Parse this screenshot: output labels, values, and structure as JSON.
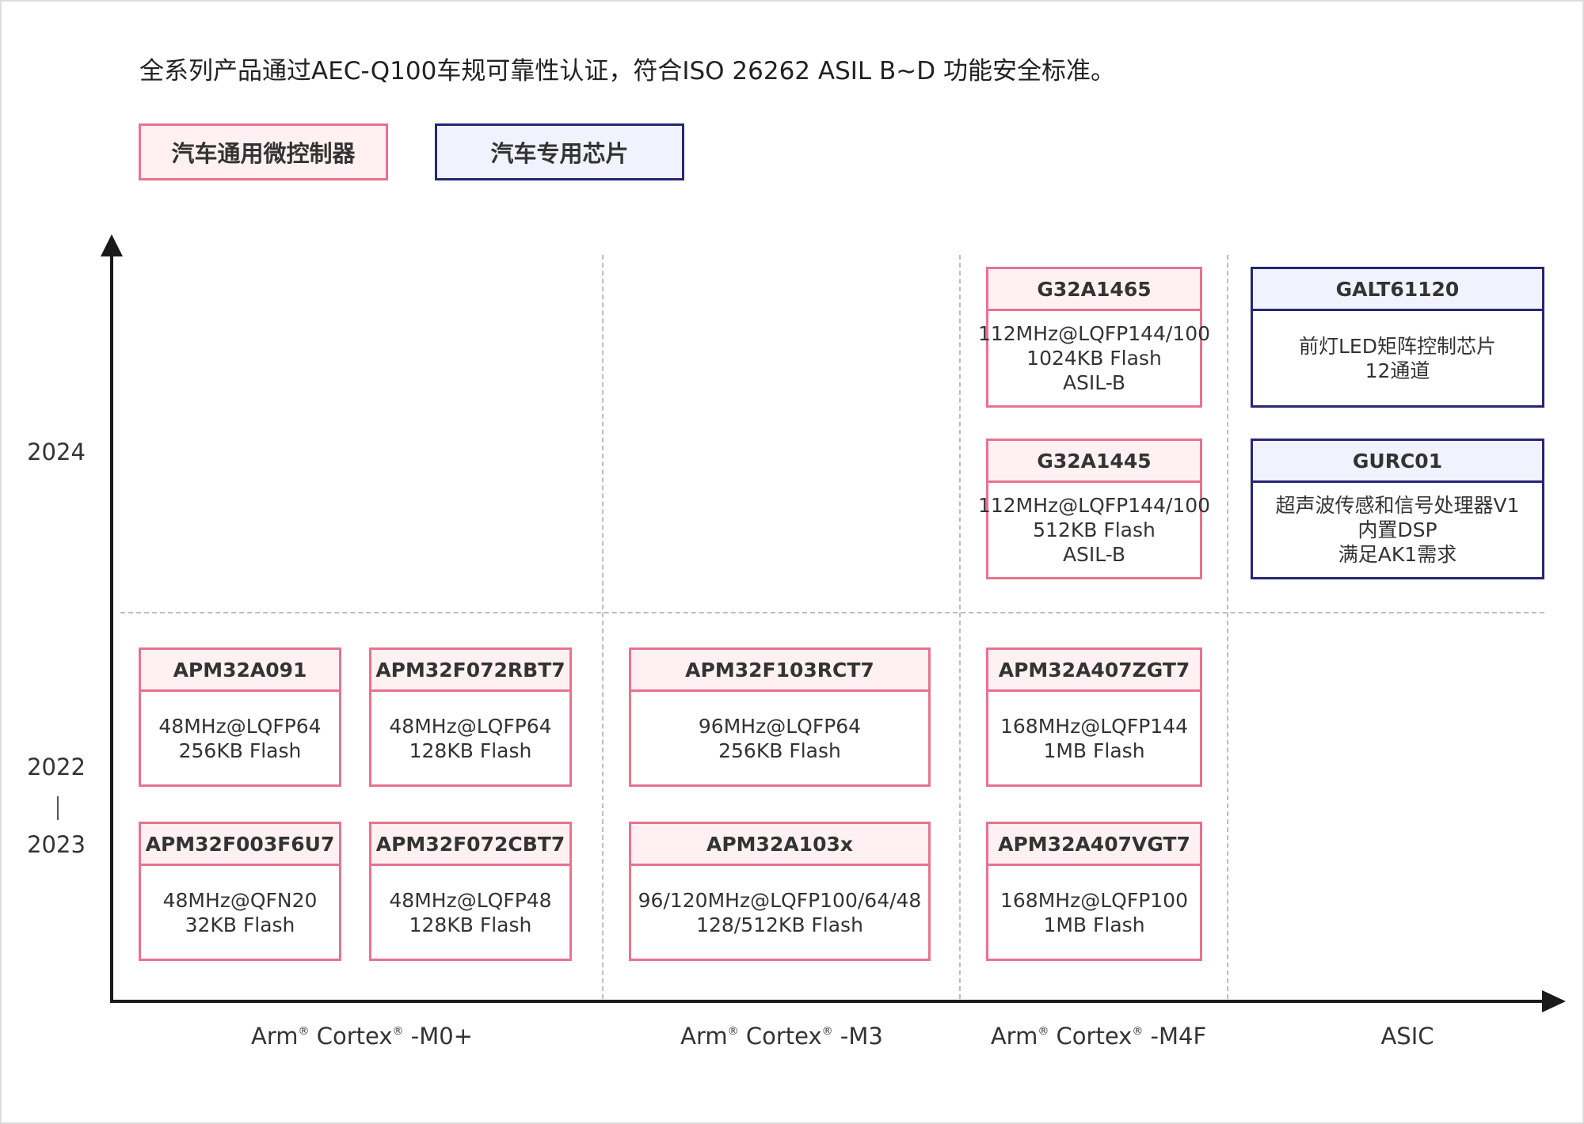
{
  "headline": "全系列产品通过AEC-Q100车规可靠性认证，符合ISO 26262 ASIL B~D 功能安全标准。",
  "legend": {
    "general": "汽车通用微控制器",
    "special": "汽车专用芯片"
  },
  "colors": {
    "general_border": "#e8738f",
    "general_fill": "#fff1f3",
    "special_border": "#262673",
    "special_fill": "#f1f2fd",
    "axis": "#1a1a1a",
    "grid": "#bdbdbd"
  },
  "y_axis": {
    "row_top": "2024",
    "row_bottom_start": "2022",
    "row_bottom_sep": "|",
    "row_bottom_end": "2023"
  },
  "x_axis": {
    "col1": {
      "arm": "Arm",
      "cortex": "Cortex",
      "reg": "®",
      "suffix": " -M0+"
    },
    "col2": {
      "arm": "Arm",
      "cortex": "Cortex",
      "reg": "®",
      "suffix": " -M3"
    },
    "col3": {
      "arm": "Arm",
      "cortex": "Cortex",
      "reg": "®",
      "suffix": " -M4F"
    },
    "col4": {
      "label": "ASIC"
    }
  },
  "cards": {
    "g32a1465": {
      "title": "G32A1465",
      "lines": [
        "112MHz@LQFP144/100",
        "1024KB Flash",
        "ASIL-B"
      ]
    },
    "g32a1445": {
      "title": "G32A1445",
      "lines": [
        "112MHz@LQFP144/100",
        "512KB Flash",
        "ASIL-B"
      ]
    },
    "galt61120": {
      "title": "GALT61120",
      "lines": [
        "前灯LED矩阵控制芯片",
        "12通道"
      ]
    },
    "gurc01": {
      "title": "GURC01",
      "lines": [
        "超声波传感和信号处理器V1",
        "内置DSP",
        "满足AK1需求"
      ]
    },
    "apm32a091": {
      "title": "APM32A091",
      "lines": [
        "48MHz@LQFP64",
        "256KB Flash"
      ]
    },
    "apm32f072rbt7": {
      "title": "APM32F072RBT7",
      "lines": [
        "48MHz@LQFP64",
        "128KB Flash"
      ]
    },
    "apm32f103rct7": {
      "title": "APM32F103RCT7",
      "lines": [
        "96MHz@LQFP64",
        "256KB Flash"
      ]
    },
    "apm32a407zgt7": {
      "title": "APM32A407ZGT7",
      "lines": [
        "168MHz@LQFP144",
        "1MB Flash"
      ]
    },
    "apm32f003f6u7": {
      "title": "APM32F003F6U7",
      "lines": [
        "48MHz@QFN20",
        "32KB Flash"
      ]
    },
    "apm32f072cbt7": {
      "title": "APM32F072CBT7",
      "lines": [
        "48MHz@LQFP48",
        "128KB Flash"
      ]
    },
    "apm32a103x": {
      "title": "APM32A103x",
      "lines": [
        "96/120MHz@LQFP100/64/48",
        "128/512KB Flash"
      ]
    },
    "apm32a407vgt7": {
      "title": "APM32A407VGT7",
      "lines": [
        "168MHz@LQFP100",
        "1MB Flash"
      ]
    }
  }
}
